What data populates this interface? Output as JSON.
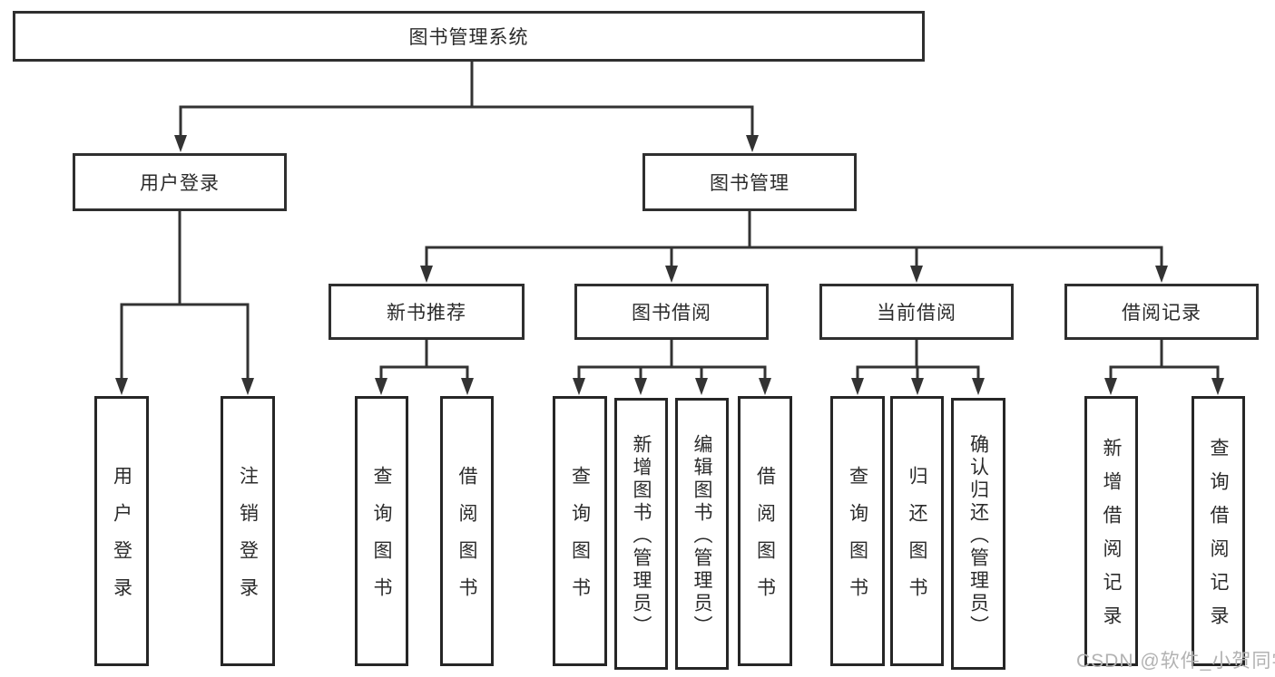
{
  "diagram": {
    "root": {
      "label": "图书管理系统"
    },
    "level1": [
      {
        "label": "用户登录"
      },
      {
        "label": "图书管理"
      }
    ],
    "level2": [
      {
        "label": "新书推荐"
      },
      {
        "label": "图书借阅"
      },
      {
        "label": "当前借阅"
      },
      {
        "label": "借阅记录"
      }
    ],
    "leaves": [
      {
        "label": "用户登录"
      },
      {
        "label": "注销登录"
      },
      {
        "label": "查询图书"
      },
      {
        "label": "借阅图书"
      },
      {
        "label": "查询图书"
      },
      {
        "label": "新增图书（管理员）"
      },
      {
        "label": "编辑图书（管理员）"
      },
      {
        "label": "借阅图书"
      },
      {
        "label": "查询图书"
      },
      {
        "label": "归还图书"
      },
      {
        "label": "确认归还（管理员）"
      },
      {
        "label": "新增借阅记录"
      },
      {
        "label": "查询借阅记录"
      }
    ],
    "watermark": "CSDN @软件_小贺同学",
    "colors": {
      "line": "#333333",
      "text": "#2b2b2b",
      "watermark": "#b2b2b2",
      "background": "#ffffff"
    }
  }
}
